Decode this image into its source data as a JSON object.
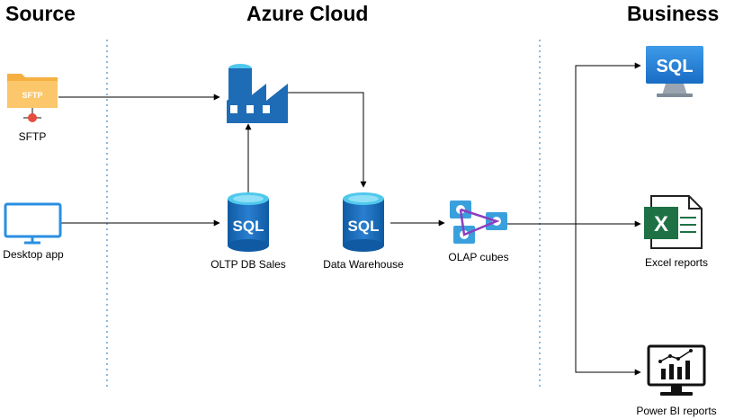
{
  "headings": {
    "source": "Source",
    "cloud": "Azure Cloud",
    "business": "Business"
  },
  "nodes": {
    "sftp": {
      "label": "SFTP",
      "icon": "sftp-folder-icon",
      "badge": "SFTP"
    },
    "desktop_app": {
      "label": "Desktop app",
      "icon": "monitor-icon"
    },
    "data_factory": {
      "label": "",
      "icon": "data-factory-icon"
    },
    "oltp_db": {
      "label": "OLTP DB Sales",
      "icon": "sql-database-icon",
      "badge": "SQL"
    },
    "data_warehouse": {
      "label": "Data Warehouse",
      "icon": "sql-database-icon",
      "badge": "SQL"
    },
    "olap_cubes": {
      "label": "OLAP cubes",
      "icon": "analysis-services-icon"
    },
    "sql_vm": {
      "label": "",
      "icon": "sql-vm-icon",
      "badge": "SQL"
    },
    "excel": {
      "label": "Excel reports",
      "icon": "excel-icon",
      "badge": "X"
    },
    "powerbi": {
      "label": "Power BI reports",
      "icon": "powerbi-monitor-icon"
    }
  },
  "colors": {
    "azure_blue": "#1e6cb6",
    "azure_dark": "#0f4f8e",
    "azure_light": "#50c8ec",
    "folder": "#fbc76a",
    "divider": "#6aa0d4",
    "excel_green": "#1e7145",
    "line": "#000000"
  }
}
